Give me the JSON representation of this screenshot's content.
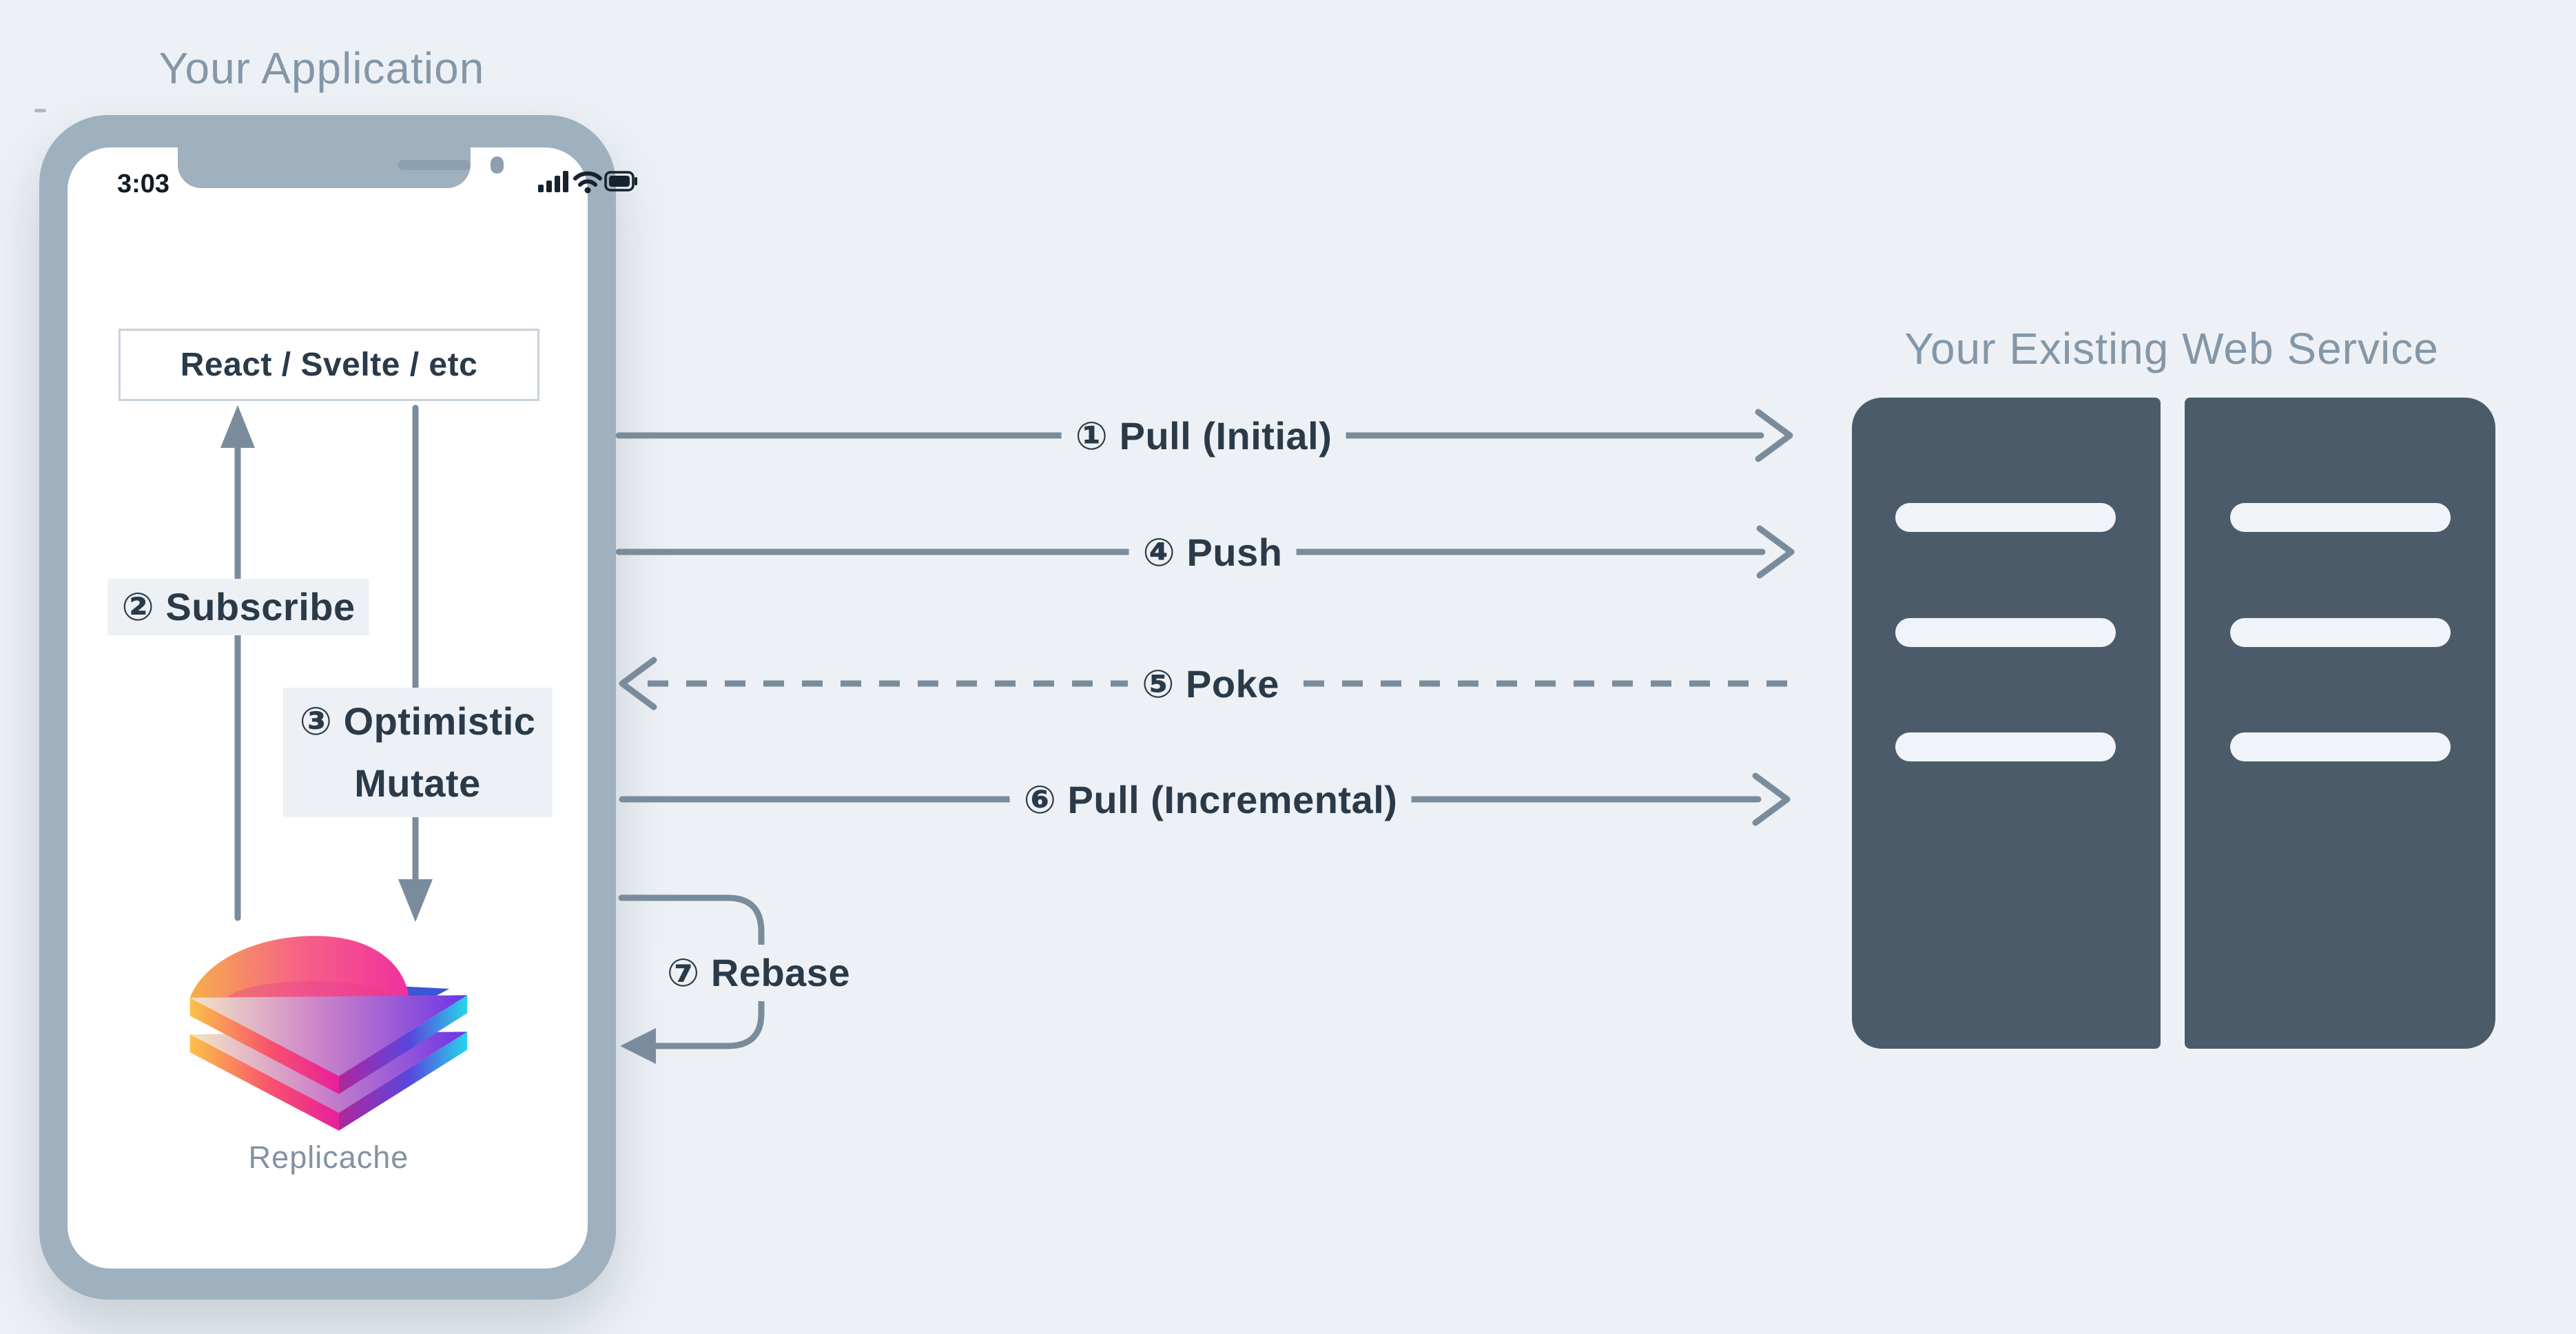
{
  "titles": {
    "application": "Your Application",
    "web_service": "Your Existing Web Service"
  },
  "phone": {
    "time": "3:03",
    "status_icons": [
      "signal-bars-icon",
      "wifi-icon",
      "battery-icon"
    ],
    "framework_box": "React / Svelte / etc",
    "logo_label": "Replicache"
  },
  "flows": {
    "pull_initial": "① Pull (Initial)",
    "subscribe": "② Subscribe",
    "optimistic_line1": "③ Optimistic",
    "optimistic_line2": "Mutate",
    "push": "④ Push",
    "poke": "⑤ Poke",
    "pull_incremental": "⑥ Pull (Incremental)",
    "rebase": "⑦ Rebase"
  },
  "servers": {
    "count": 2,
    "slots_per_server": 3
  },
  "colors": {
    "background": "#EDF1F5",
    "phone_bezel": "#9FB0BE",
    "server_body": "#4B5B69",
    "arrow_line": "#7A8C9C",
    "dark_text": "#2B3A49",
    "muted_title": "#8497A8",
    "logo_pink": "#F02F9E",
    "logo_purple": "#6C34E6",
    "logo_cyan": "#27D6E9",
    "logo_yellow": "#FBC24A"
  }
}
